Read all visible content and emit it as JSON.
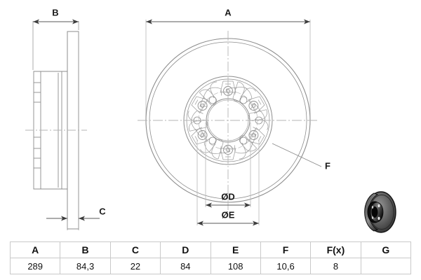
{
  "drawing": {
    "title": "Brake disc technical drawing",
    "dimension_labels": {
      "a": "A",
      "b": "B",
      "c": "C",
      "d": "ØD",
      "e": "ØE",
      "f": "F"
    }
  },
  "table": {
    "headers": [
      "A",
      "B",
      "C",
      "D",
      "E",
      "F",
      "F(x)",
      "G"
    ],
    "values": [
      "289",
      "84,3",
      "22",
      "84",
      "108",
      "10,6",
      "8",
      ""
    ]
  },
  "colors": {
    "line": "#8c8c8c",
    "dim_line": "#5a5a5a",
    "center_line": "#b4b4b4",
    "text": "#1a1a1a",
    "table_border": "#c9c9c9",
    "background": "#ffffff",
    "thumb_dark": "#1c1c1c",
    "thumb_mid": "#6e6e6e"
  },
  "thumbnail": {
    "name": "brake-disc-3d-thumbnail"
  }
}
